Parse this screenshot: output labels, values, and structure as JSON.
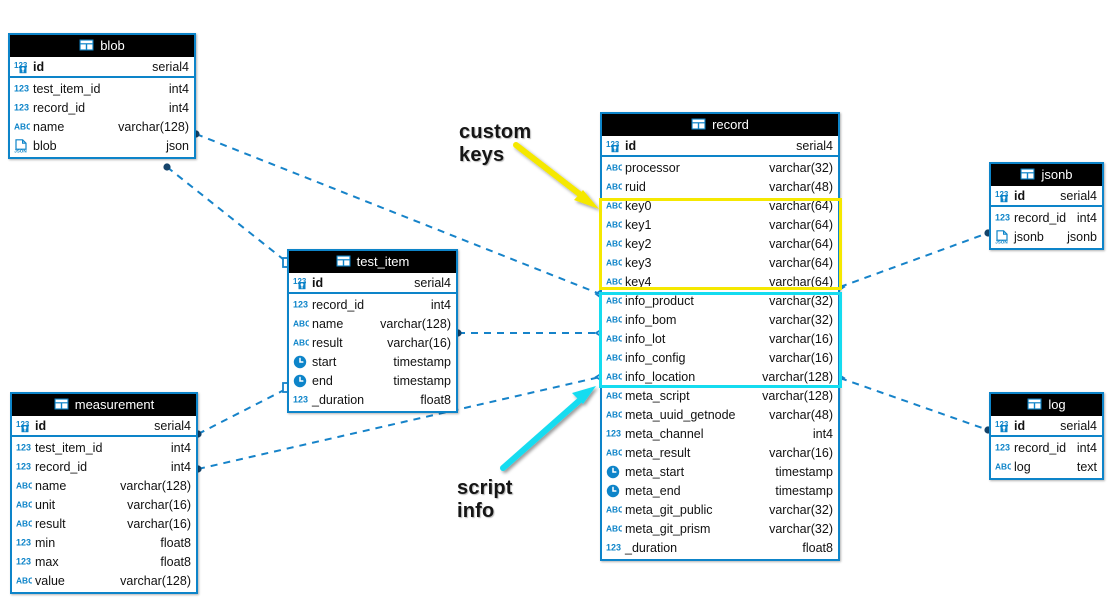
{
  "diagram": {
    "title": "database-er-diagram",
    "colors": {
      "table_border": "#0d84c9",
      "header_bg": "#000000",
      "icon_blue": "#0d84c9",
      "connector": "#1683c9",
      "highlight_keys": "#f5e800",
      "highlight_info": "#14dcf0",
      "canvas": "#ffffff"
    }
  },
  "annotations": [
    {
      "id": "custom-keys",
      "line1": "custom",
      "line2": "keys",
      "color": "#f5e800"
    },
    {
      "id": "script-info",
      "line1": "script",
      "line2": "info",
      "color": "#14dcf0"
    }
  ],
  "highlights": [
    {
      "id": "custom-keys-box",
      "label": "custom keys",
      "color": "#f5e800",
      "fields": [
        "key0",
        "key1",
        "key2",
        "key3",
        "key4"
      ]
    },
    {
      "id": "script-info-box",
      "label": "script info",
      "color": "#14dcf0",
      "fields": [
        "info_product",
        "info_bom",
        "info_lot",
        "info_config",
        "info_location"
      ]
    }
  ],
  "tables": [
    {
      "name": "blob",
      "icon": "table-icon",
      "pk": {
        "name": "id",
        "type": "serial4",
        "icon": "pk-number-icon"
      },
      "columns": [
        {
          "name": "test_item_id",
          "type": "int4",
          "icon": "number-icon"
        },
        {
          "name": "record_id",
          "type": "int4",
          "icon": "number-icon"
        },
        {
          "name": "name",
          "type": "varchar(128)",
          "icon": "abc-icon"
        },
        {
          "name": "blob",
          "type": "json",
          "icon": "json-icon"
        }
      ]
    },
    {
      "name": "test_item",
      "icon": "table-icon",
      "pk": {
        "name": "id",
        "type": "serial4",
        "icon": "pk-number-icon"
      },
      "columns": [
        {
          "name": "record_id",
          "type": "int4",
          "icon": "number-icon"
        },
        {
          "name": "name",
          "type": "varchar(128)",
          "icon": "abc-icon"
        },
        {
          "name": "result",
          "type": "varchar(16)",
          "icon": "abc-icon"
        },
        {
          "name": "start",
          "type": "timestamp",
          "icon": "clock-icon"
        },
        {
          "name": "end",
          "type": "timestamp",
          "icon": "clock-icon"
        },
        {
          "name": "_duration",
          "type": "float8",
          "icon": "number-icon"
        }
      ]
    },
    {
      "name": "measurement",
      "icon": "table-icon",
      "pk": {
        "name": "id",
        "type": "serial4",
        "icon": "pk-number-icon"
      },
      "columns": [
        {
          "name": "test_item_id",
          "type": "int4",
          "icon": "number-icon"
        },
        {
          "name": "record_id",
          "type": "int4",
          "icon": "number-icon"
        },
        {
          "name": "name",
          "type": "varchar(128)",
          "icon": "abc-icon"
        },
        {
          "name": "unit",
          "type": "varchar(16)",
          "icon": "abc-icon"
        },
        {
          "name": "result",
          "type": "varchar(16)",
          "icon": "abc-icon"
        },
        {
          "name": "min",
          "type": "float8",
          "icon": "number-icon"
        },
        {
          "name": "max",
          "type": "float8",
          "icon": "number-icon"
        },
        {
          "name": "value",
          "type": "varchar(128)",
          "icon": "abc-icon"
        }
      ]
    },
    {
      "name": "record",
      "icon": "table-icon",
      "pk": {
        "name": "id",
        "type": "serial4",
        "icon": "pk-number-icon"
      },
      "columns": [
        {
          "name": "processor",
          "type": "varchar(32)",
          "icon": "abc-icon"
        },
        {
          "name": "ruid",
          "type": "varchar(48)",
          "icon": "abc-icon"
        },
        {
          "name": "key0",
          "type": "varchar(64)",
          "icon": "abc-icon"
        },
        {
          "name": "key1",
          "type": "varchar(64)",
          "icon": "abc-icon"
        },
        {
          "name": "key2",
          "type": "varchar(64)",
          "icon": "abc-icon"
        },
        {
          "name": "key3",
          "type": "varchar(64)",
          "icon": "abc-icon"
        },
        {
          "name": "key4",
          "type": "varchar(64)",
          "icon": "abc-icon"
        },
        {
          "name": "info_product",
          "type": "varchar(32)",
          "icon": "abc-icon"
        },
        {
          "name": "info_bom",
          "type": "varchar(32)",
          "icon": "abc-icon"
        },
        {
          "name": "info_lot",
          "type": "varchar(16)",
          "icon": "abc-icon"
        },
        {
          "name": "info_config",
          "type": "varchar(16)",
          "icon": "abc-icon"
        },
        {
          "name": "info_location",
          "type": "varchar(128)",
          "icon": "abc-icon"
        },
        {
          "name": "meta_script",
          "type": "varchar(128)",
          "icon": "abc-icon"
        },
        {
          "name": "meta_uuid_getnode",
          "type": "varchar(48)",
          "icon": "abc-icon"
        },
        {
          "name": "meta_channel",
          "type": "int4",
          "icon": "number-icon"
        },
        {
          "name": "meta_result",
          "type": "varchar(16)",
          "icon": "abc-icon"
        },
        {
          "name": "meta_start",
          "type": "timestamp",
          "icon": "clock-icon"
        },
        {
          "name": "meta_end",
          "type": "timestamp",
          "icon": "clock-icon"
        },
        {
          "name": "meta_git_public",
          "type": "varchar(32)",
          "icon": "abc-icon"
        },
        {
          "name": "meta_git_prism",
          "type": "varchar(32)",
          "icon": "abc-icon"
        },
        {
          "name": "_duration",
          "type": "float8",
          "icon": "number-icon"
        }
      ]
    },
    {
      "name": "jsonb",
      "icon": "table-icon",
      "pk": {
        "name": "id",
        "type": "serial4",
        "icon": "pk-number-icon"
      },
      "columns": [
        {
          "name": "record_id",
          "type": "int4",
          "icon": "number-icon"
        },
        {
          "name": "jsonb",
          "type": "jsonb",
          "icon": "json-icon"
        }
      ]
    },
    {
      "name": "log",
      "icon": "table-icon",
      "pk": {
        "name": "id",
        "type": "serial4",
        "icon": "pk-number-icon"
      },
      "columns": [
        {
          "name": "record_id",
          "type": "int4",
          "icon": "number-icon"
        },
        {
          "name": "log",
          "type": "text",
          "icon": "abc-icon"
        }
      ]
    }
  ],
  "relations": [
    {
      "from": "blob",
      "to": "record",
      "style": "dashed"
    },
    {
      "from": "blob",
      "to": "test_item",
      "style": "dashed"
    },
    {
      "from": "test_item",
      "to": "record",
      "style": "dashed"
    },
    {
      "from": "measurement",
      "to": "test_item",
      "style": "dashed"
    },
    {
      "from": "measurement",
      "to": "record",
      "style": "dashed"
    },
    {
      "from": "record",
      "to": "jsonb",
      "style": "dashed"
    },
    {
      "from": "record",
      "to": "log",
      "style": "dashed"
    }
  ]
}
